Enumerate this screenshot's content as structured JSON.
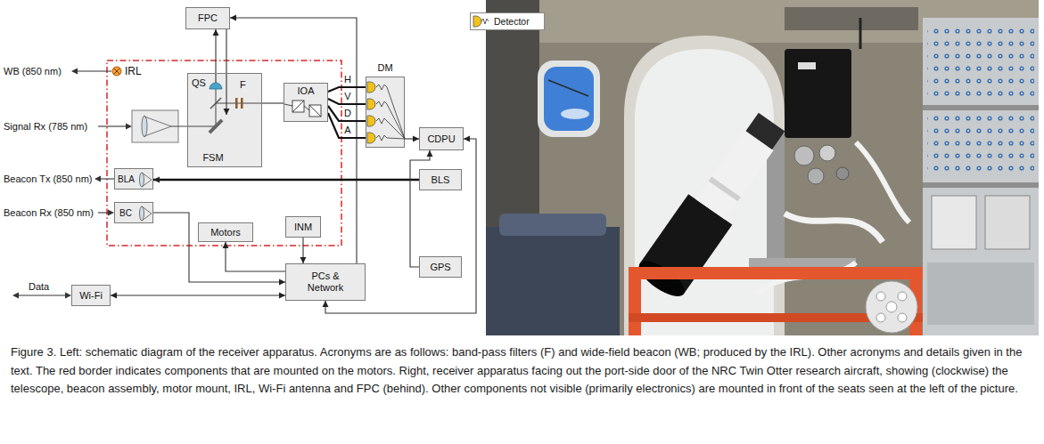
{
  "diagram": {
    "caption": "Figure 3. Left: schematic diagram of the receiver apparatus. Acronyms are as follows: band-pass filters (F) and wide-field beacon (WB; produced by the IRL). Other acronyms and details given in the text. The red border indicates components that are mounted on the motors. Right, receiver apparatus facing out the port-side door of the NRC Twin Otter research aircraft, showing (clockwise) the telescope, beacon assembly, motor mount, IRL, Wi-Fi antenna and FPC (behind). Other components not visible (primarily electronics) are mounted in front of the seats seen at the left of the picture.",
    "nodes": [
      {
        "text": [
          "FPC"
        ]
      },
      {
        "text": [
          "QS",
          "F"
        ]
      },
      {
        "text": [
          "FSM"
        ],
        "in": 1
      },
      {
        "text": [
          "IOA"
        ]
      },
      {
        "text": [
          "DM"
        ]
      },
      {
        "text": [
          "CDPU"
        ]
      },
      {
        "text": [
          "BLA"
        ]
      },
      {
        "text": [
          "BC"
        ]
      },
      {
        "text": [
          "BLS"
        ]
      },
      {
        "text": [
          "INM"
        ]
      },
      {
        "text": [
          "Motors"
        ]
      },
      {
        "text": [
          "GPS"
        ]
      },
      {
        "text": [
          "PCs & Network"
        ]
      },
      {
        "text": [
          "Wi-Fi"
        ]
      }
    ],
    "edges": [
      {
        "from": 1,
        "to": 0,
        "arrow": "to"
      },
      {
        "from": 0,
        "to": 2,
        "arrow": "to"
      },
      {
        "from": 12,
        "to": 0,
        "arrow": "to"
      },
      {
        "from": 1,
        "to": 3,
        "arrow": "none"
      },
      {
        "from": 3,
        "to": 4,
        "label": "H",
        "arrow": "none"
      },
      {
        "from": 3,
        "to": 4,
        "label": "V",
        "arrow": "none"
      },
      {
        "from": 3,
        "to": 4,
        "label": "D",
        "arrow": "none"
      },
      {
        "from": 3,
        "to": 4,
        "label": "A",
        "arrow": "none"
      },
      {
        "from": 4,
        "to": 5,
        "arrow": "to"
      },
      {
        "from": 8,
        "to": 6,
        "arrow": "to"
      },
      {
        "from": 7,
        "to": 12,
        "arrow": "to"
      },
      {
        "from": 12,
        "to": 10,
        "arrow": "to"
      },
      {
        "from": 9,
        "to": 12,
        "arrow": "to"
      },
      {
        "from": 5,
        "to": 12,
        "arrow": "both"
      },
      {
        "from": 11,
        "to": 5,
        "arrow": "to"
      },
      {
        "from": 13,
        "to": 12,
        "arrow": "both"
      }
    ],
    "labels": [
      "IRL",
      "WB (850 nm)",
      "Signal Rx (785 nm)",
      "Beacon Tx (850 nm)",
      "Beacon Rx (850 nm)",
      "Data"
    ],
    "legend": [
      {
        "text": "Detector"
      }
    ]
  }
}
